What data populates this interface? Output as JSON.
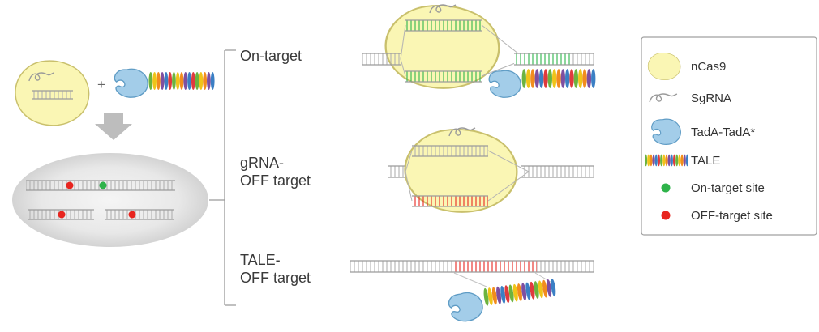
{
  "labels": {
    "plus": "+",
    "branches": [
      {
        "line1": "On-target",
        "line2": ""
      },
      {
        "line1": "gRNA-",
        "line2": "OFF target"
      },
      {
        "line1": "TALE-",
        "line2": "OFF target"
      }
    ]
  },
  "legend": {
    "items": [
      {
        "icon": "ncas9-icon",
        "label": "nCas9"
      },
      {
        "icon": "sgrna-icon",
        "label": "SgRNA"
      },
      {
        "icon": "tada-icon",
        "label": "TadA-TadA*"
      },
      {
        "icon": "tale-icon",
        "label": "TALE"
      },
      {
        "icon": "on-target-dot-icon",
        "label": "On-target site"
      },
      {
        "icon": "off-target-dot-icon",
        "label": "OFF-target site"
      }
    ]
  },
  "colors": {
    "ncas9_fill": "#faf6b4",
    "ncas9_stroke": "#c9c06c",
    "tada_fill": "#a3cde9",
    "tada_stroke": "#5f9cc5",
    "dna_rail_gray": "#9b9b9b",
    "dna_rung_gray": "#b0b0b0",
    "on_target_green": "#2eb34a",
    "off_target_red": "#e8251f",
    "arrow_gray": "#bdbdbd",
    "tale_palette": [
      "#6cb33f",
      "#f0c419",
      "#f28c1e",
      "#7f4fa0",
      "#3b7fc4",
      "#e03a3e"
    ]
  }
}
